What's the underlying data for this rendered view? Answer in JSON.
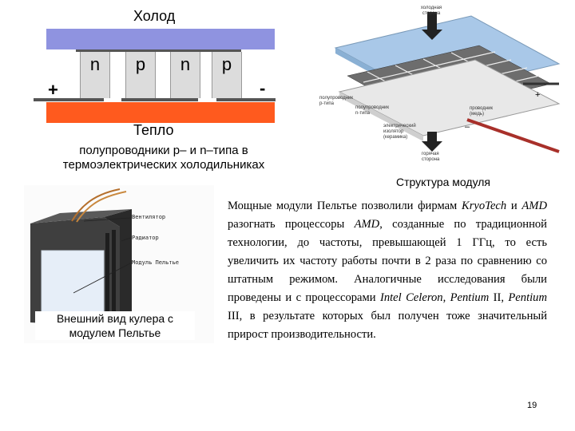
{
  "schematic": {
    "title_cold": "Холод",
    "title_heat": "Тепло",
    "legs": [
      "n",
      "p",
      "n",
      "p"
    ],
    "plus": "+",
    "minus": "-",
    "caption_line1": "полупроводники p– и n–типа в",
    "caption_line2": "термоэлектрических холодильниках",
    "colors": {
      "cold": "#8f93e0",
      "hot": "#ff5a1e"
    }
  },
  "module": {
    "caption": "Структура модуля",
    "label_cold_side_1": "холодная",
    "label_cold_side_2": "сторона",
    "label_p_1": "полупроводник",
    "label_p_2": "p-типа",
    "label_n_1": "полупроводник",
    "label_n_2": "n-типа",
    "label_insulator_1": "электрический",
    "label_insulator_2": "изолятор",
    "label_insulator_3": "(керамика)",
    "label_conductor_1": "проводник",
    "label_conductor_2": "(медь)",
    "label_hot_side_1": "горячая",
    "label_hot_side_2": "сторона",
    "plus": "+",
    "minus": "–"
  },
  "cooler": {
    "label_fan": "Вентилятор",
    "label_radiator": "Радиатор",
    "label_module": "Модуль Пельтье",
    "caption_line1": "Внешний вид кулера с",
    "caption_line2": "модулем Пельтье"
  },
  "paragraph": {
    "p1": "Мощные модули Пельтье позволили фирмам ",
    "kryotech": "KryoTech",
    "p2": " и ",
    "amd1": "AMD",
    "p3": " разогнать процессоры ",
    "amd2": "AMD",
    "p4": ", созданные по традиционной технологии, до частоты, превышающей 1 ГГц, то есть увеличить их частоту работы почти в 2 раза по сравнению со штатным режимом. Аналогичные исследования были проведены и с процессорами ",
    "celeron": "Intel Celeron",
    "p5": ", ",
    "pentium2": "Pentium",
    "p6": " II, ",
    "pentium3": "Pentium",
    "p7": " III, в результате которых был получен тоже значительный прирост производительности."
  },
  "page_number": "19"
}
